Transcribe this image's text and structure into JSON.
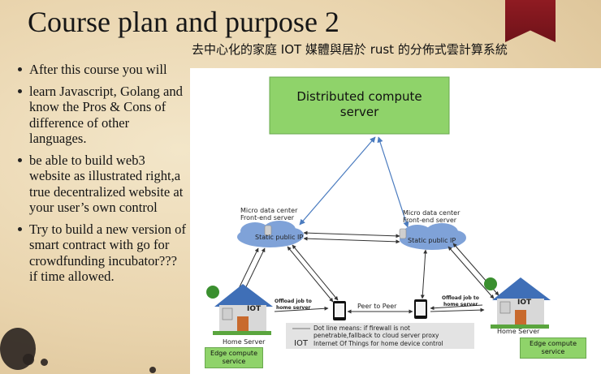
{
  "slide": {
    "title": "Course plan and purpose 2",
    "subtitle": "去中心化的家庭 IOT 媒體與居於 rust 的分佈式雲計算系統",
    "bullets": [
      "After this course you will",
      "learn Javascript, Golang and know the Pros & Cons of difference of other languages.",
      "be able to build web3 website as illustrated right,a true decentralized website at your user’s own control",
      "Try to build a new version of smart contract with go for crowdfunding incubator??? if time allowed."
    ]
  },
  "diagram": {
    "server_box": "Distributed compute server",
    "micro_left": [
      "Micro data center",
      "Front-end server"
    ],
    "micro_right": [
      "Micro data center",
      "Front-end server"
    ],
    "cloud_label": "Static public IP",
    "iot_label": "IOT",
    "home_server": "Home Server",
    "offload": [
      "Offload job to",
      "home server"
    ],
    "peer": "Peer to Peer",
    "legend_line": [
      "Dot line means: if firewall is not",
      "penetrable,fallback to cloud server proxy"
    ],
    "legend_iot_key": "IOT",
    "legend_iot_desc": "Internet Of Things for home device control",
    "edge_left": "Edge compute service",
    "edge_right": "Edge compute service",
    "colors": {
      "green": "#8fd36a",
      "cloud": "#7fa2d8",
      "roof": "#3f6fb7",
      "door": "#c86a2e",
      "wall": "#d8d8d8"
    }
  }
}
